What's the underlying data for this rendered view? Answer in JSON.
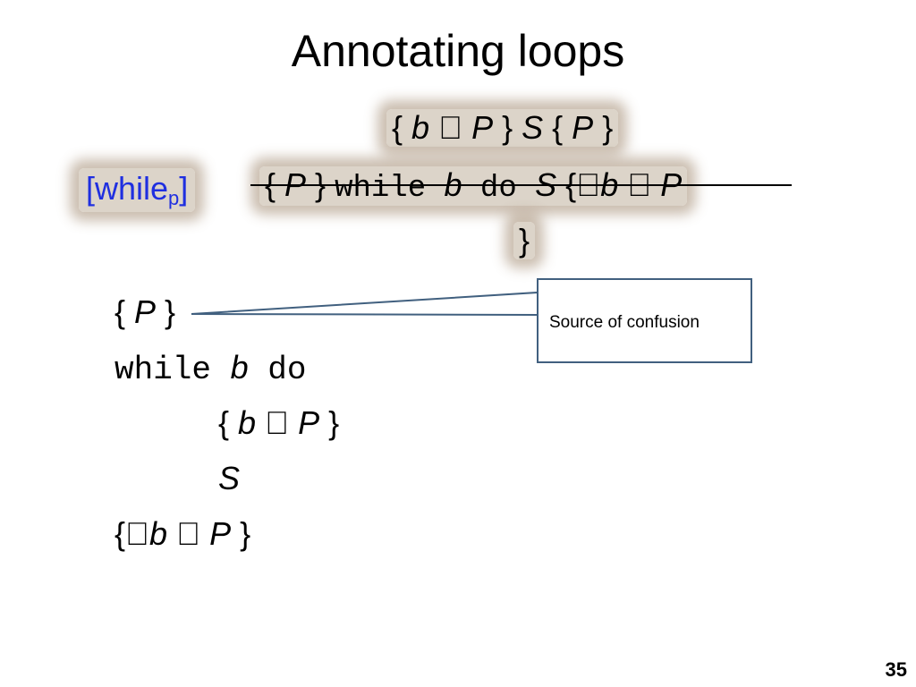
{
  "title": "Annotating loops",
  "rule": {
    "label": "[while",
    "subscript": "p",
    "label_end": "]",
    "premise": {
      "open1": "{ ",
      "b": "b",
      "and1": " \u0000 ",
      "P1": "P",
      "close1": " } ",
      "S": "S",
      "open2": " { ",
      "P2": "P",
      "close2": " }"
    },
    "conclusion": {
      "open1": "{ ",
      "P1": "P",
      "close1": " } ",
      "kw_while": "while ",
      "b": "b",
      "kw_do": " do ",
      "S": "S",
      "open2": " {",
      "not": "\u0000",
      "b2": "b",
      "and": " \u0000 ",
      "P2": "P",
      "close2": "}"
    }
  },
  "code": {
    "line1_open": "{ ",
    "line1_P": "P",
    "line1_close": " }",
    "line2_kw": "while ",
    "line2_b": "b",
    "line2_do": " do",
    "line3_open": "{ ",
    "line3_b": "b",
    "line3_and": " \u0000 ",
    "line3_P": "P",
    "line3_close": " }",
    "line4_S": "S",
    "line5_open": "{",
    "line5_not": "\u0000",
    "line5_b": "b",
    "line5_and": " \u0000 ",
    "line5_P": "P",
    "line5_close": " }"
  },
  "callout": {
    "text": "Source of confusion"
  },
  "page_number": "35",
  "colors": {
    "rule_label": "#1f2fe0",
    "callout_border": "#41607f",
    "glow": "#d6ccc0"
  }
}
